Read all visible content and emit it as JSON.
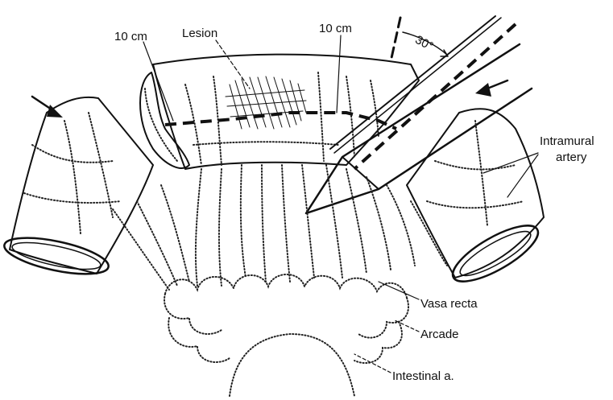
{
  "labels": {
    "ten_cm_left": "10 cm",
    "lesion": "Lesion",
    "ten_cm_right": "10 cm",
    "angle": "30°",
    "intramural_line1": "Intramural",
    "intramural_line2": "artery",
    "vasa_recta": "Vasa recta",
    "arcade": "Arcade",
    "intestinal": "Intestinal a."
  },
  "colors": {
    "ink": "#111111",
    "background": "#ffffff"
  }
}
